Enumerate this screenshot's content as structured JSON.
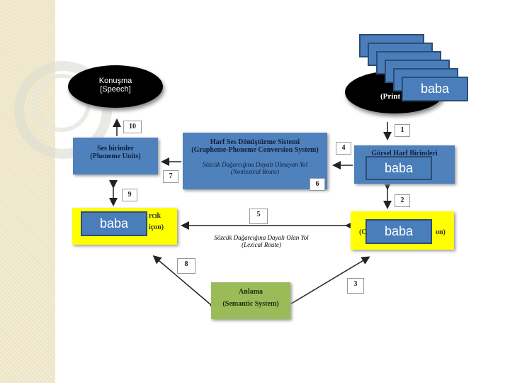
{
  "speech": {
    "title": "Konuşma",
    "subtitle": "[Speech]"
  },
  "print": {
    "partial": "(Print"
  },
  "phoneme": {
    "title": "Ses birimler",
    "subtitle": "(Phoneme Units)"
  },
  "conversion": {
    "title": "Harf Ses Dönüştürme Sistemi",
    "subtitle": "(Grapheme-Phoneme Conversion System)",
    "route": "Sözcük Dağarcığına Dayalı Olmayan Yol",
    "route_en": "(Nonlexical Route)"
  },
  "grapheme": {
    "title": "Görsel Harf Birimleri",
    "subtitle": "(Grapheme Units)"
  },
  "yellow_left": {
    "partial": "rcık",
    "partial2": "içon)"
  },
  "yellow_right": {
    "partial": "(O",
    "partial2": "on)"
  },
  "lexical": {
    "route": "Sözcük Dağarcığına Dayalı Olan Yol",
    "route_en": "(Lexical Route)"
  },
  "semantic": {
    "title": "Anlama",
    "subtitle": "(Semantic System)"
  },
  "numbers": {
    "n1": "1",
    "n2": "2",
    "n3": "3",
    "n4": "4",
    "n5": "5",
    "n6": "6",
    "n7": "7",
    "n8": "8",
    "n9": "9",
    "n10": "10"
  },
  "overlay": {
    "top": "baba",
    "mid": "baba",
    "left": "baba",
    "right": "baba"
  }
}
